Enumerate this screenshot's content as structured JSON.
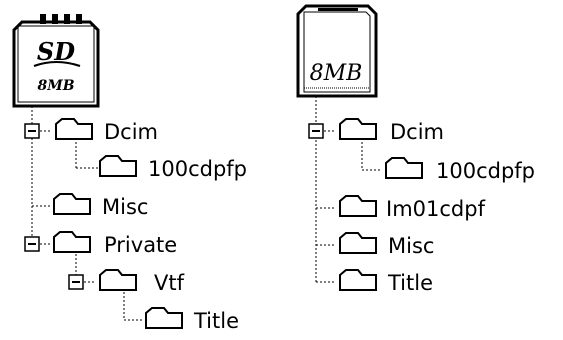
{
  "left_tree": {
    "card_labels": {
      "logo": "SD",
      "capacity": "8MB"
    },
    "folders": [
      {
        "name": "Dcim"
      },
      {
        "name": "100cdpfp"
      },
      {
        "name": "Misc"
      },
      {
        "name": "Private"
      },
      {
        "name": "Vtf"
      },
      {
        "name": "Title"
      }
    ]
  },
  "right_tree": {
    "card_labels": {
      "capacity": "8MB"
    },
    "folders": [
      {
        "name": "Dcim"
      },
      {
        "name": "100cdpfp"
      },
      {
        "name": "Im01cdpf"
      },
      {
        "name": "Misc"
      },
      {
        "name": "Title"
      }
    ]
  }
}
